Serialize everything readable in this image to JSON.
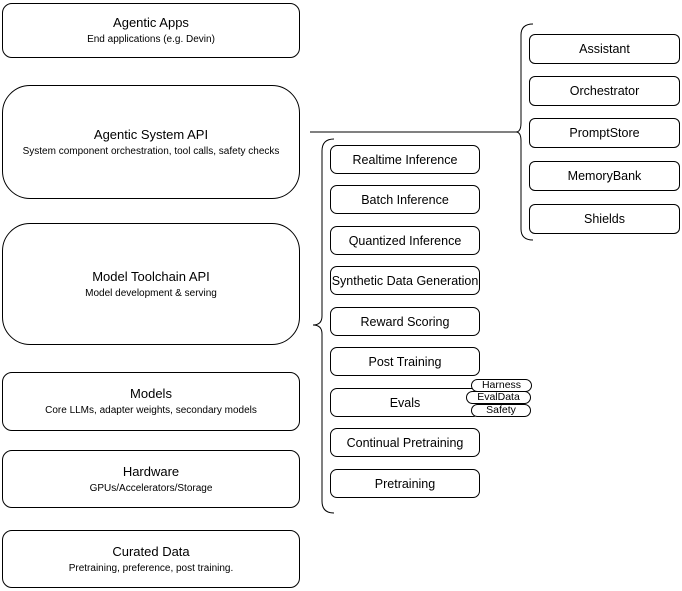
{
  "diagram": {
    "left_stack": [
      {
        "title": "Agentic Apps",
        "subtitle": "End applications (e.g. Devin)"
      },
      {
        "title": "Agentic System API",
        "subtitle": "System component orchestration, tool calls, safety checks"
      },
      {
        "title": "Model Toolchain API",
        "subtitle": "Model development & serving"
      },
      {
        "title": "Models",
        "subtitle": "Core LLMs, adapter weights, secondary models"
      },
      {
        "title": "Hardware",
        "subtitle": "GPUs/Accelerators/Storage"
      },
      {
        "title": "Curated Data",
        "subtitle": "Pretraining, preference, post training."
      }
    ],
    "toolchain_group": {
      "items": [
        "Realtime Inference",
        "Batch Inference",
        "Quantized Inference",
        "Synthetic Data Generation",
        "Reward Scoring",
        "Post Training",
        "Evals",
        "Continual Pretraining",
        "Pretraining"
      ]
    },
    "evals_tags": [
      "Harness",
      "EvalData",
      "Safety"
    ],
    "system_group": {
      "items": [
        "Assistant",
        "Orchestrator",
        "PromptStore",
        "MemoryBank",
        "Shields"
      ]
    },
    "colors": {
      "stroke": "#000000",
      "node_fill": "#ffffff",
      "background": "#ffffff"
    }
  }
}
